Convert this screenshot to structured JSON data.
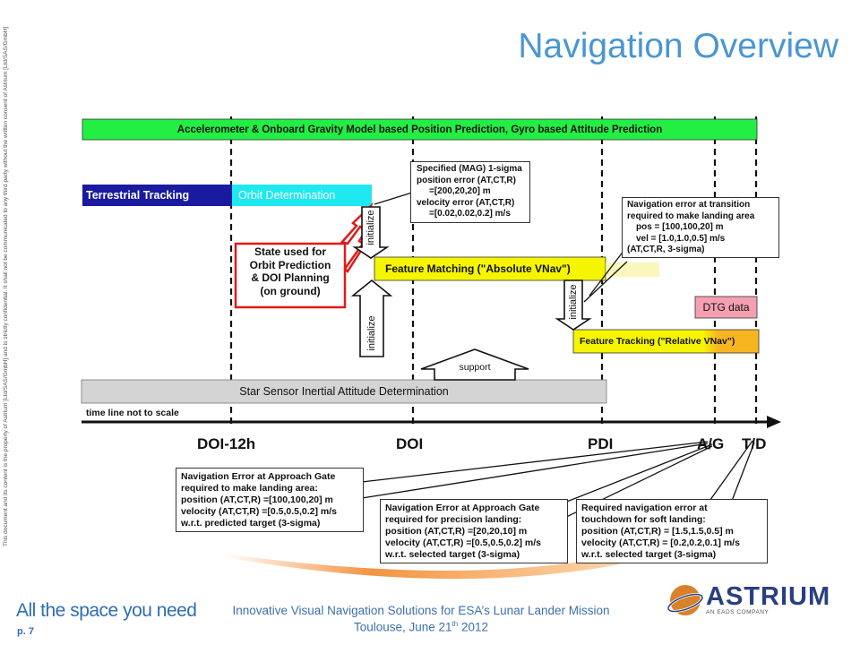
{
  "slide": {
    "title": "Navigation Overview",
    "side_notice": "This document and its content is the property of Astrium [Ltd/SAS/GmbH] and is strictly confidential. It shall not be communicated to any third party without the written consent of Astrium [Ltd/SAS/GmbH]",
    "page_number": "p. 7",
    "footer_tagline": "All the space you need",
    "footer_line1": "Innovative Visual Navigation Solutions for ESA’s Lunar Lander Mission",
    "footer_line2_prefix": "Toulouse, June 21",
    "footer_line2_sup": "th",
    "footer_line2_suffix": " 2012",
    "logo_text": "ASTRIUM",
    "logo_subtext": "AN EADS COMPANY"
  },
  "diagram": {
    "bars": {
      "top": "Accelerometer & Onboard Gravity Model based Position Prediction, Gyro based Attitude Prediction",
      "terrestrial": "Terrestrial Tracking",
      "orbit": "Orbit Determination",
      "feature_matching": "Feature Matching (\"Absolute VNav\")",
      "feature_tracking": "Feature Tracking (\"Relative VNav\")",
      "dtg": "DTG data",
      "star_sensor": "Star Sensor Inertial Attitude Determination"
    },
    "timeline_label": "time line not to scale",
    "support_label": "support",
    "initialize_label": "initialize",
    "milestones": [
      "DOI-12h",
      "DOI",
      "PDI",
      "A/G",
      "T/D"
    ],
    "state_note": [
      "State used for",
      "Orbit Prediction",
      "& DOI Planning",
      "(on ground)"
    ],
    "mag_note": [
      "Specified (MAG) 1-sigma",
      "position error (AT,CT,R)",
      "=[200,20,20] m",
      "velocity error (AT,CT,R)",
      "=[0.02,0.02,0.2] m/s"
    ],
    "transition_note": [
      "Navigation error at transition",
      "required to make landing area",
      "pos = [100,100,20] m",
      "vel = [1.0,1.0,0.5] m/s",
      "(AT,CT,R, 3-sigma)"
    ],
    "approach_note": [
      "Navigation Error at Approach Gate",
      "required to make landing area:",
      "position (AT,CT,R) =[100,100,20] m",
      "velocity (AT,CT,R) =[0.5,0.5,0.2] m/s",
      "w.r.t. predicted target (3-sigma)"
    ],
    "precision_note": [
      "Navigation Error at Approach Gate",
      "required for precision landing:",
      "position (AT,CT,R) =[20,20,10] m",
      "velocity (AT,CT,R) =[0.5,0.5,0.2] m/s",
      "w.r.t. selected target (3-sigma)"
    ],
    "touchdown_note": [
      "Required navigation error at",
      "touchdown for soft landing:",
      "position (AT,CT,R) = [1.5,1.5,0.5] m",
      "velocity (AT,CT,R) = [0.2,0.2,0.1] m/s",
      "w.r.t. selected target (3-sigma)"
    ]
  },
  "colors": {
    "title_blue": "#4a96d2",
    "green_bar": "#22ee44",
    "navy_bar": "#1a1aa0",
    "cyan_bar": "#20e8f0",
    "yellow_bar": "#f5f500",
    "orange_bar": "#f7b520",
    "pink_bar": "#f4a0b0",
    "grey_bar": "#d4d4d4",
    "red_outline": "#e01a1a"
  }
}
